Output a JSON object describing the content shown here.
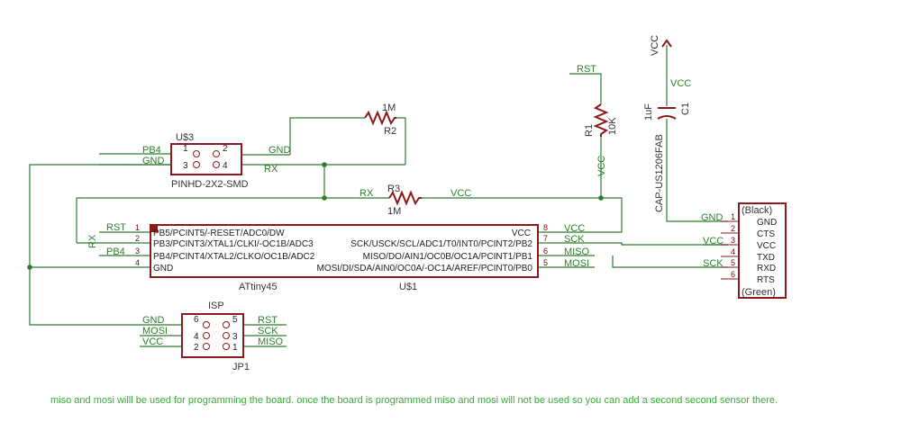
{
  "u3": {
    "ref": "U$3",
    "package": "PINHD-2X2-SMD",
    "pins": [
      "1",
      "2",
      "3",
      "4"
    ],
    "nets": {
      "pb4": "PB4",
      "gnd_left": "GND",
      "gnd_right": "GND",
      "rx": "RX"
    }
  },
  "r2": {
    "value": "1M",
    "ref": "R2"
  },
  "r3": {
    "ref": "R3",
    "value": "1M",
    "net_left": "RX",
    "net_right": "VCC"
  },
  "r1": {
    "ref": "R1",
    "value": "10K",
    "net_top": "RST",
    "net_bottom": "VCC"
  },
  "c1": {
    "ref": "C1",
    "value": "1uF",
    "package": "CAP-US1206FAB",
    "net_top": "VCC",
    "supply": "VCC",
    "net_gnd": "GND"
  },
  "ftdi": {
    "top_label": "(Black)",
    "bottom_label": "(Green)",
    "pins": [
      {
        "num": "1",
        "name": "GND"
      },
      {
        "num": "2",
        "name": "CTS"
      },
      {
        "num": "3",
        "name": "VCC"
      },
      {
        "num": "4",
        "name": "TXD"
      },
      {
        "num": "5",
        "name": "RXD"
      },
      {
        "num": "6",
        "name": "RTS"
      }
    ],
    "nets": {
      "vcc": "VCC",
      "sck": "SCK"
    }
  },
  "attiny": {
    "name": "ATtiny45",
    "ref": "U$1",
    "left_pins": [
      {
        "num": "1",
        "name": "PB5/PCINT5/-RESET/ADC0/DW",
        "net": "RST"
      },
      {
        "num": "2",
        "name": "PB3/PCINT3/XTAL1/CLKI/-OC1B/ADC3",
        "net": "RX"
      },
      {
        "num": "3",
        "name": "PB4/PCINT4/XTAL2/CLKO/OC1B/ADC2",
        "net": "PB4"
      },
      {
        "num": "4",
        "name": "GND",
        "net": ""
      }
    ],
    "right_pins": [
      {
        "num": "8",
        "name": "VCC",
        "net": "VCC"
      },
      {
        "num": "7",
        "name": "SCK/USCK/SCL/ADC1/T0/INT0/PCINT2/PB2",
        "net": "SCK"
      },
      {
        "num": "6",
        "name": "MISO/DO/AIN1/OC0B/OC1A/PCINT1/PB1",
        "net": "MISO"
      },
      {
        "num": "5",
        "name": "MOSI/DI/SDA/AIN0/OC0A/-OC1A/AREF/PCINT0/PB0",
        "net": "MOSI"
      }
    ]
  },
  "isp": {
    "title": "ISP",
    "ref": "JP1",
    "left_pins": [
      {
        "num": "6",
        "net": "GND"
      },
      {
        "num": "4",
        "net": "MOSI"
      },
      {
        "num": "2",
        "net": "VCC"
      }
    ],
    "right_pins": [
      {
        "num": "5",
        "net": "RST"
      },
      {
        "num": "3",
        "net": "SCK"
      },
      {
        "num": "1",
        "net": "MISO"
      }
    ]
  },
  "note": "miso and mosi willl be used for programming the board. once the board is programmed miso and mosi will not be used so you can add a second second sensor there."
}
